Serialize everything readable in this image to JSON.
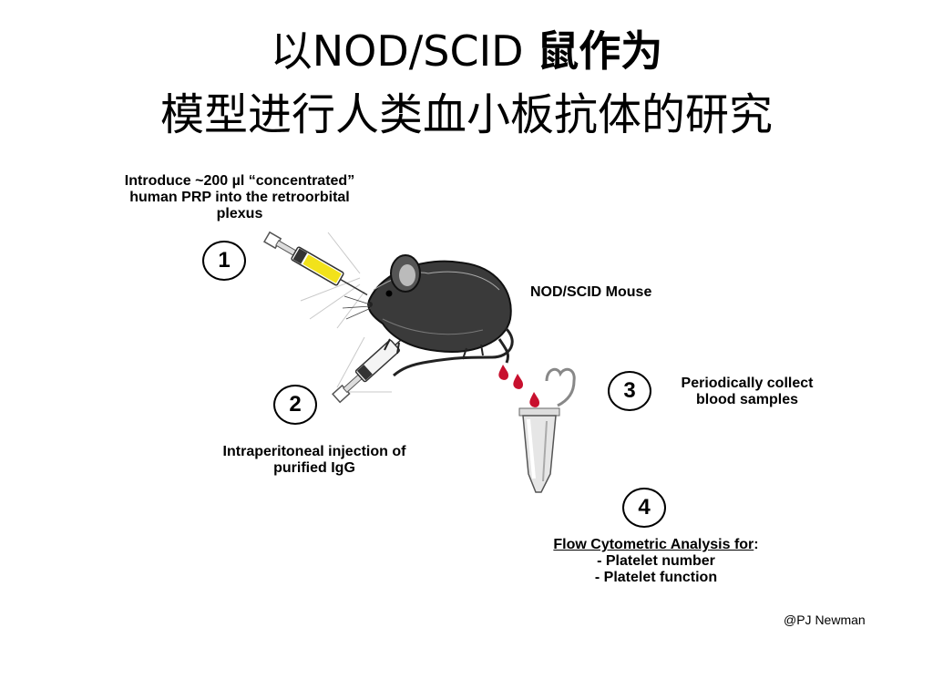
{
  "title": {
    "line1_prefix": "以NOD/SCID ",
    "line1_bold": "鼠作为",
    "line2": "模型进行人类血小板抗体的研究"
  },
  "diagram": {
    "intro_line1": "Introduce ~200 µl “concentrated”",
    "intro_line2": "human PRP into the retroorbital",
    "intro_line3": "plexus",
    "mouse_label": "NOD/SCID Mouse",
    "steps": [
      "1",
      "2",
      "3",
      "4"
    ],
    "step2_line1": "Intraperitoneal injection of",
    "step2_line2": "purified IgG",
    "step3_line1": "Periodically collect",
    "step3_line2": "blood samples",
    "step4_heading": "Flow Cytometric Analysis for",
    "step4_colon": ":",
    "step4_item1": "- Platelet number",
    "step4_item2": "- Platelet function"
  },
  "credit": "@PJ Newman",
  "colors": {
    "syringe_fluid": "#f2e21b",
    "blood": "#c8102e"
  }
}
